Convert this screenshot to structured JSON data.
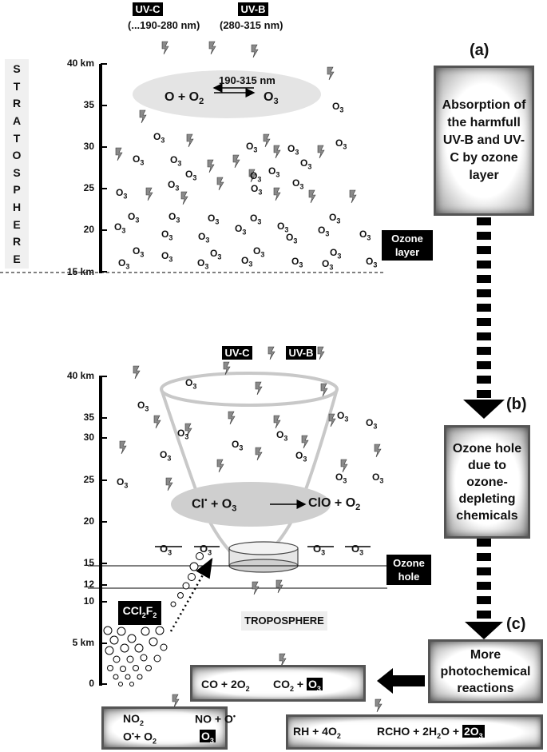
{
  "top": {
    "uvc_label": "UV-C",
    "uvc_range": "(...190-280 nm)",
    "uvb_label": "UV-B",
    "uvb_range": "(280-315 nm)",
    "wavelength": "190-315 nm",
    "reaction_left": "O + O",
    "reaction_right": "O",
    "stratosphere_letters": [
      "S",
      "T",
      "R",
      "A",
      "T",
      "O",
      "S",
      "P",
      "H",
      "E",
      "R",
      "E"
    ],
    "axis_ticks": [
      "40 km",
      "35",
      "30",
      "25",
      "20",
      "15 km"
    ],
    "ozone_label": "Ozone layer"
  },
  "bottom": {
    "uvc_label": "UV-C",
    "uvb_label": "UV-B",
    "axis_ticks": [
      "40 km",
      "35",
      "30",
      "25",
      "20",
      "15",
      "12",
      "10",
      "5 km",
      "0"
    ],
    "reaction": {
      "cl": "Cl",
      "o3": "O",
      "clo": "ClO",
      "o2": "O"
    },
    "ozone_label": "Ozone hole",
    "cfc": "CCl",
    "troposphere": "TROPOSPHERE"
  },
  "flow": {
    "a_label": "(a)",
    "a_text": "Absorption of the harmfull UV-B and UV-C by ozone layer",
    "b_label": "(b)",
    "b_text": "Ozone hole due to ozone-depleting chemicals",
    "c_label": "(c)",
    "c_text": "More photochemical reactions"
  },
  "equations": {
    "co_left": "CO + 2O",
    "co_mid": "CO",
    "co_right": "O",
    "no2_left": "NO",
    "no2_right": "NO + O",
    "o_left": "O",
    "o_plus": "+ O",
    "o_right": "O",
    "rh_left": "RH + 4O",
    "rh_right": "RCHO + 2H",
    "rh_water": "O +",
    "rh_end": "2O"
  },
  "colors": {
    "ellipse": "#e4e4e4",
    "funnel": "#c8c8c8",
    "bolt": "#8a8a8a"
  }
}
